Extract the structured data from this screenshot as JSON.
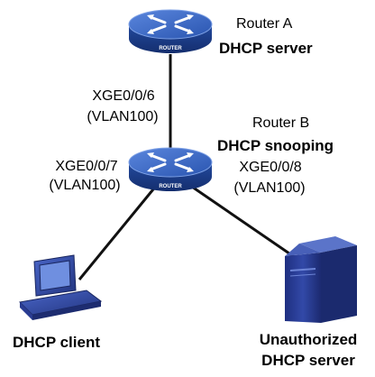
{
  "routerA": {
    "name": "Router A",
    "role": "DHCP server",
    "badge": "ROUTER"
  },
  "routerB": {
    "name": "Router B",
    "role": "DHCP snooping",
    "badge": "ROUTER"
  },
  "links": {
    "a_b": {
      "port": "XGE0/0/6",
      "vlan": "(VLAN100)"
    },
    "b_client": {
      "port": "XGE0/0/7",
      "vlan": "(VLAN100)"
    },
    "b_server": {
      "port": "XGE0/0/8",
      "vlan": "(VLAN100)"
    }
  },
  "client": {
    "label": "DHCP client"
  },
  "rogue": {
    "label_line1": "Unauthorized",
    "label_line2": "DHCP server"
  },
  "colors": {
    "router_top": "#2f5fbf",
    "router_side": "#1b3f91",
    "device_blue": "#2b3f9c",
    "link": "#111111"
  }
}
